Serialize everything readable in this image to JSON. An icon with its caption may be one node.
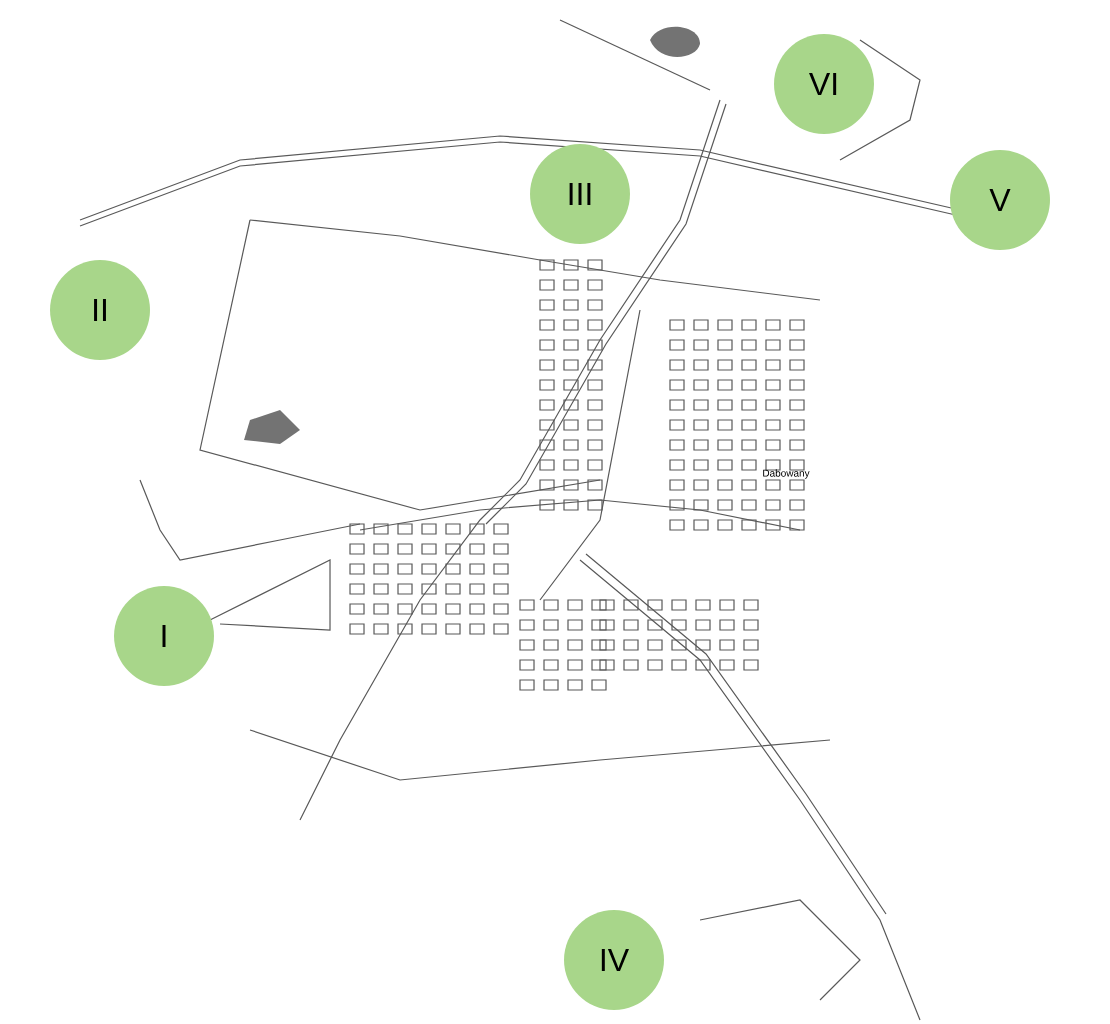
{
  "diagram": {
    "nodes": [
      {
        "text": [
          "VI"
        ]
      },
      {
        "text": [
          "III"
        ]
      },
      {
        "text": [
          "V"
        ]
      },
      {
        "text": [
          "II"
        ]
      },
      {
        "text": [
          "I"
        ]
      },
      {
        "text": [
          "IV"
        ]
      }
    ],
    "labels": [
      "Dabowany"
    ]
  }
}
